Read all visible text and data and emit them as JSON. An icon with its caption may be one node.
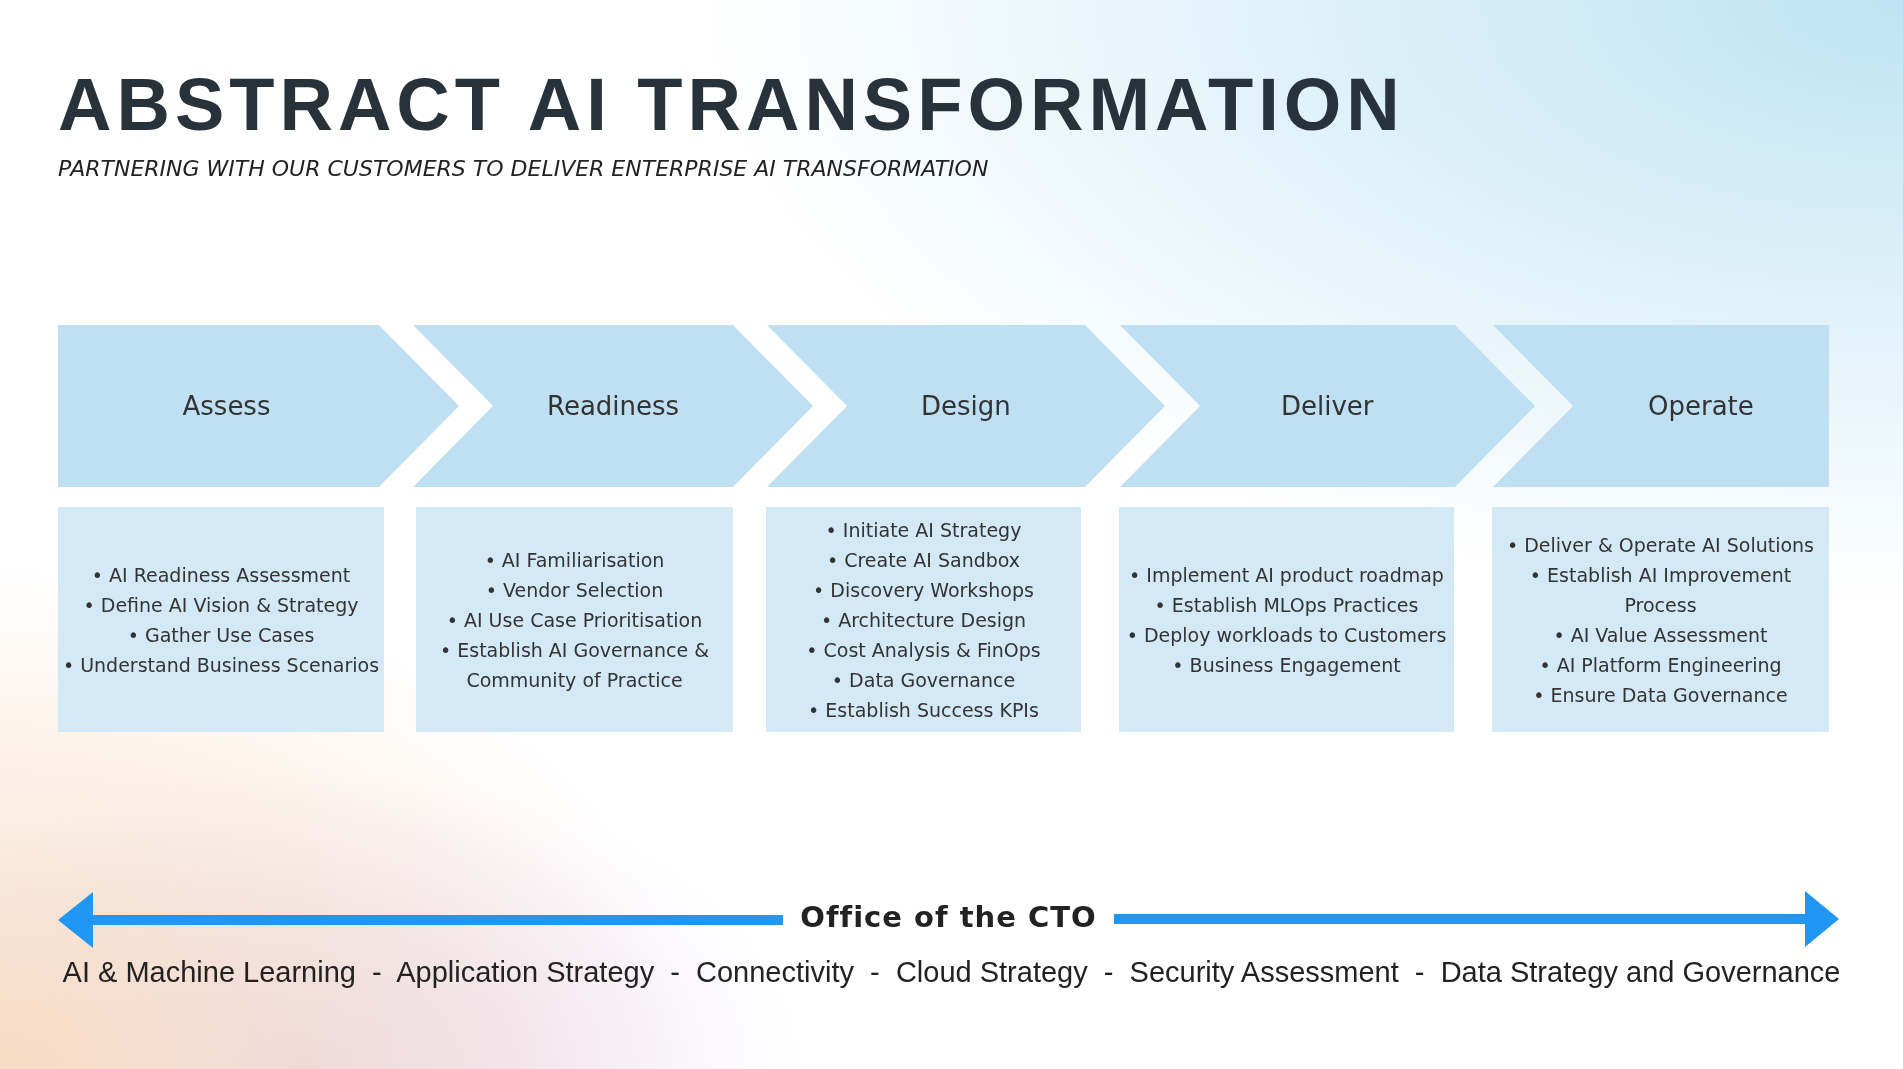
{
  "diagram": {
    "title": "ABSTRACT AI TRANSFORMATION",
    "caption": "PARTNERING WITH OUR CUSTOMERS TO DELIVER ENTERPRISE AI TRANSFORMATION",
    "nodes": [
      {
        "text": [
          "Assess"
        ]
      },
      {
        "text": [
          "Readiness"
        ]
      },
      {
        "text": [
          "Design"
        ]
      },
      {
        "text": [
          "Deliver"
        ]
      },
      {
        "text": [
          "Operate"
        ]
      },
      {
        "text": [
          "• AI Readiness Assessment",
          "• Define AI Vision & Strategy",
          "• Gather Use Cases",
          "• Understand Business Scenarios"
        ]
      },
      {
        "text": [
          "• AI Familiarisation",
          "• Vendor Selection",
          "• AI Use Case Prioritisation",
          "• Establish AI Governance & Community of Practice"
        ]
      },
      {
        "text": [
          "• Initiate AI Strategy",
          "• Create AI Sandbox",
          "• Discovery Workshops",
          "• Architecture Design",
          "• Cost Analysis & FinOps",
          "• Data Governance",
          "• Establish Success KPIs"
        ]
      },
      {
        "text": [
          "• Implement AI product roadmap",
          "• Establish MLOps Practices",
          "• Deploy workloads to Customers",
          "• Business Engagement"
        ]
      },
      {
        "text": [
          "• Deliver & Operate AI Solutions",
          "• Establish AI Improvement Process",
          "• AI Value Assessment",
          "• AI Platform Engineering",
          "• Ensure Data Governance"
        ]
      }
    ],
    "edges": [],
    "labels": [
      "Office of the CTO",
      "AI & Machine Learning  -  Application Strategy  -  Connectivity  -  Cloud Strategy  -  Security Assessment  -  Data Strategy and Governance"
    ]
  }
}
